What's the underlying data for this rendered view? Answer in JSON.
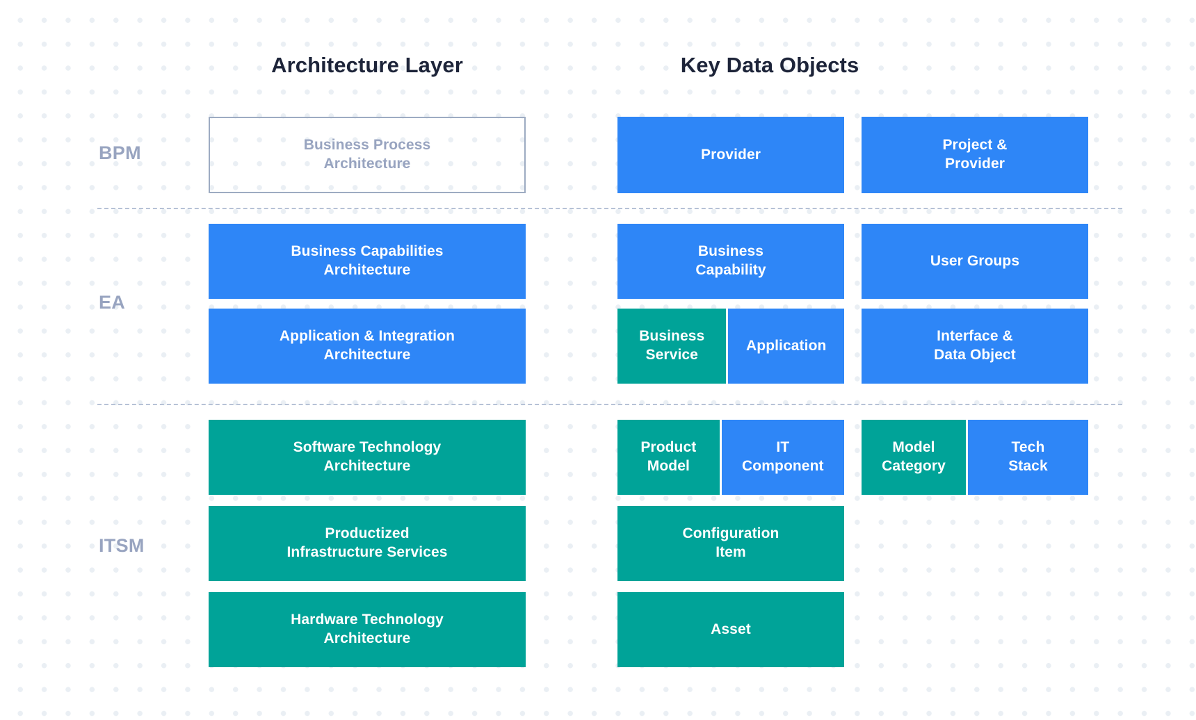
{
  "headers": {
    "architecture_layer": "Architecture Layer",
    "key_data_objects": "Key Data Objects"
  },
  "bands": [
    {
      "id": "bpm",
      "label": "BPM"
    },
    {
      "id": "ea",
      "label": "EA"
    },
    {
      "id": "itsm",
      "label": "ITSM"
    }
  ],
  "colors": {
    "blue": "#2e86f7",
    "teal": "#00a398",
    "outline_border": "#9dabc2",
    "outline_text": "#98a4c0",
    "header_text": "#1d2439",
    "band_label_text": "#98a4c0",
    "divider": "#b6c2d6",
    "background": "#ffffff",
    "dot": "#eaeff4"
  },
  "architecture_layer": {
    "bpm": [
      {
        "label": "Business Process\nArchitecture",
        "style": "outline"
      }
    ],
    "ea": [
      {
        "label": "Business Capabilities\nArchitecture",
        "style": "blue"
      },
      {
        "label": "Application & Integration\nArchitecture",
        "style": "blue"
      }
    ],
    "itsm": [
      {
        "label": "Software Technology\nArchitecture",
        "style": "teal"
      },
      {
        "label": "Productized\nInfrastructure Services",
        "style": "teal"
      },
      {
        "label": "Hardware Technology\nArchitecture",
        "style": "teal"
      }
    ]
  },
  "key_data_objects": {
    "bpm": [
      {
        "column": "a",
        "label": "Provider",
        "style": "blue"
      },
      {
        "column": "b",
        "label": "Project &\nProvider",
        "style": "blue"
      }
    ],
    "ea": [
      {
        "column": "a",
        "label": "Business\nCapability",
        "style": "blue"
      },
      {
        "column": "b",
        "label": "User Groups",
        "style": "blue"
      },
      {
        "column": "a",
        "style": "split",
        "halves": [
          {
            "label": "Business\nService",
            "style": "teal",
            "width_pct": 48
          },
          {
            "label": "Application",
            "style": "blue",
            "width_pct": 52
          }
        ]
      },
      {
        "column": "b",
        "label": "Interface &\nData Object",
        "style": "blue"
      }
    ],
    "itsm": [
      {
        "column": "a",
        "style": "split",
        "halves": [
          {
            "label": "Product\nModel",
            "style": "teal",
            "width_pct": 45
          },
          {
            "label": "IT\nComponent",
            "style": "blue",
            "width_pct": 55
          }
        ]
      },
      {
        "column": "b",
        "style": "split",
        "halves": [
          {
            "label": "Model\nCategory",
            "style": "teal",
            "width_pct": 46
          },
          {
            "label": "Tech\nStack",
            "style": "blue",
            "width_pct": 54
          }
        ]
      },
      {
        "column": "a",
        "label": "Configuration\nItem",
        "style": "teal"
      },
      {
        "column": "a",
        "label": "Asset",
        "style": "teal"
      }
    ]
  }
}
